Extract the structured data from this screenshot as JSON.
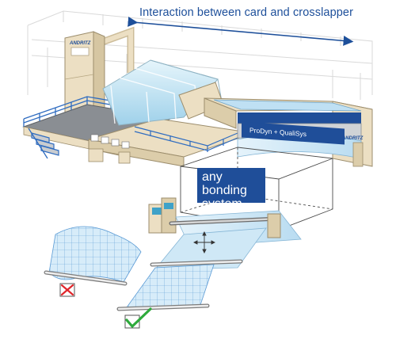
{
  "labels": {
    "top_arrow": "Interaction between card and crosslapper",
    "bonding": [
      "any bonding",
      "system"
    ],
    "crosslapper_badge": "ProDyn + QualiSys",
    "brand": "ANDRITZ"
  },
  "marks": {
    "reject": "red-cross-icon",
    "accept": "green-check-icon"
  },
  "colors": {
    "accent_blue": "#1f4e99",
    "machine_beige": "#e9dcc0",
    "glass": "#bfe3f2",
    "web": "#cfe8f6",
    "reject": "#e0262b",
    "accept": "#2eaa3c"
  }
}
